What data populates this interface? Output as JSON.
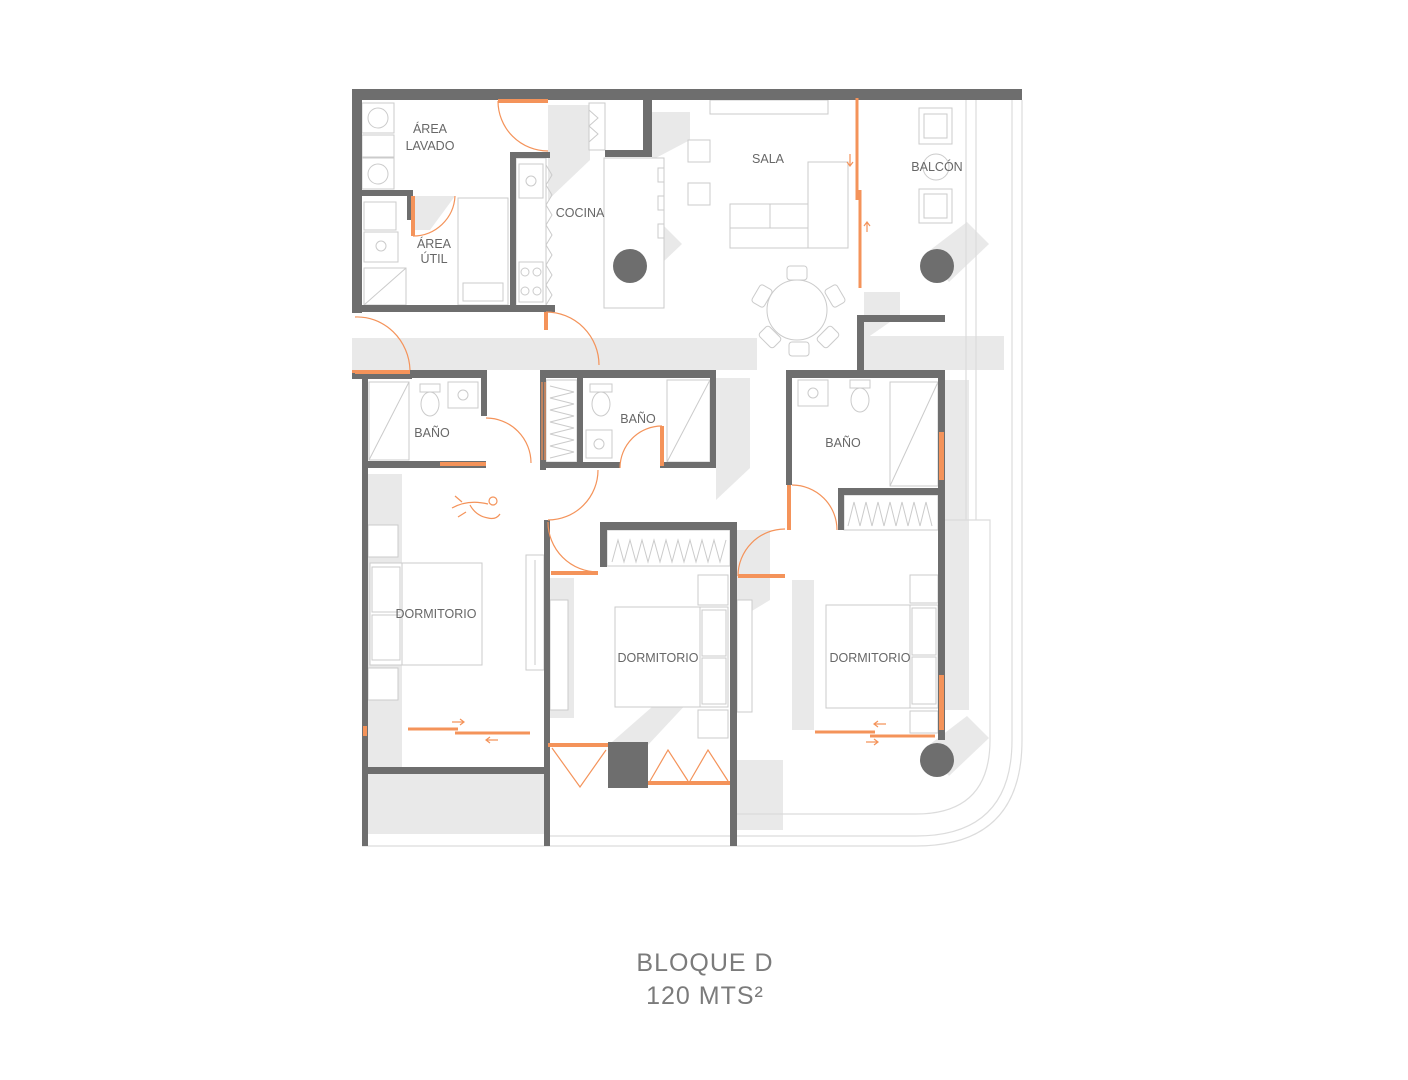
{
  "rooms": {
    "laundry": [
      "ÁREA",
      "LAVADO"
    ],
    "utility": [
      "ÁREA",
      "ÚTIL"
    ],
    "kitchen": "COCINA",
    "living": "SALA",
    "balcony": "BALCÓN",
    "bath_1": "BAÑO",
    "bath_2": "BAÑO",
    "bath_3": "BAÑO",
    "bedroom_1": "DORMITORIO",
    "bedroom_2": "DORMITORIO",
    "bedroom_3": "DORMITORIO"
  },
  "caption": {
    "block": "BLOQUE D",
    "area": "120 MTS²"
  },
  "colors": {
    "wall": "#6e6e6e",
    "door": "#f4935a",
    "furniture": "#cbcbcb",
    "shadow": "#e9e9e9",
    "text": "#676767"
  },
  "icons": [
    "person-icon",
    "sliding-arrow-icon"
  ]
}
